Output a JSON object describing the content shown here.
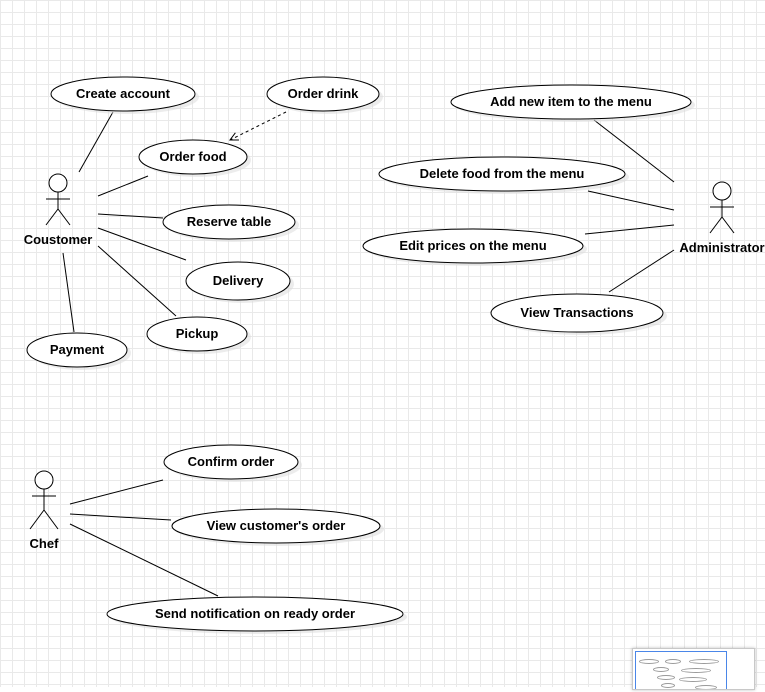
{
  "actors": {
    "customer": {
      "label": "Coustomer"
    },
    "administrator": {
      "label": "Administrator"
    },
    "chef": {
      "label": "Chef"
    }
  },
  "use_cases": {
    "create_account": "Create account",
    "order_drink": "Order drink",
    "order_food": "Order food",
    "reserve_table": "Reserve table",
    "delivery": "Delivery",
    "pickup": "Pickup",
    "payment": "Payment",
    "add_item": "Add new item to the menu",
    "delete_food": "Delete food from the menu",
    "edit_prices": "Edit prices on the menu",
    "view_transactions": "View Transactions",
    "confirm_order": "Confirm order",
    "view_order": "View customer's order",
    "send_notification": "Send notification on ready order"
  },
  "colors": {
    "grid": "#e9e9e9",
    "stroke": "#000000",
    "minimap_viewport": "#4a86e8"
  }
}
